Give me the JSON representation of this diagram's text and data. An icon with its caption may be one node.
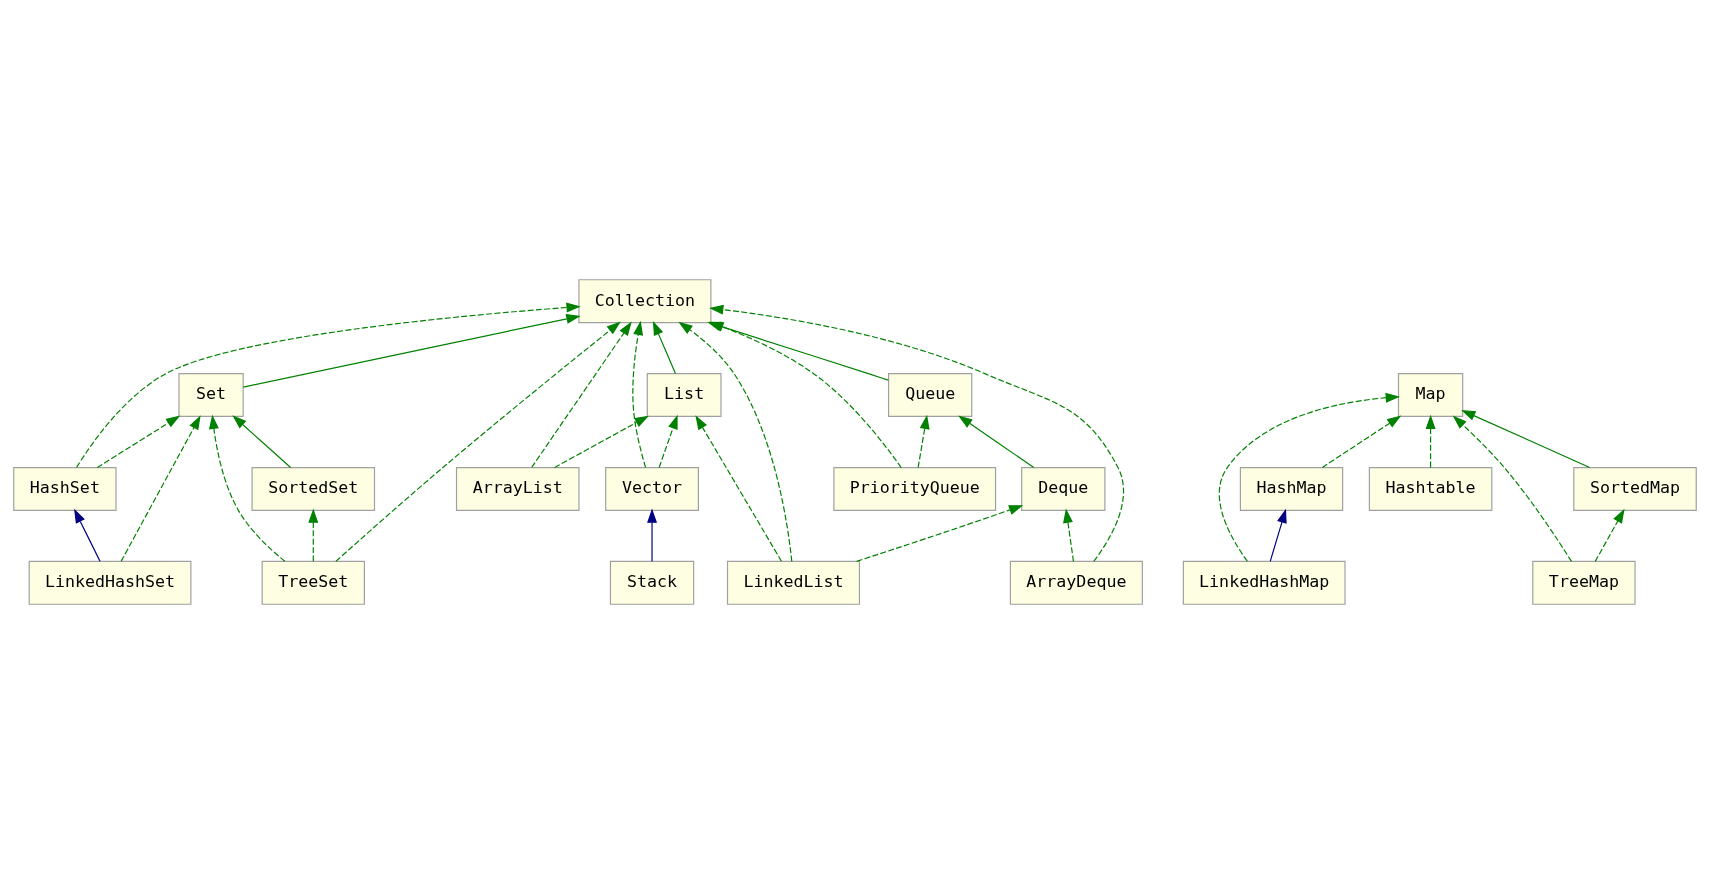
{
  "diagram": {
    "nodes": [
      {
        "text": [
          "Collection"
        ]
      },
      {
        "text": [
          "Set"
        ]
      },
      {
        "text": [
          "List"
        ]
      },
      {
        "text": [
          "Queue"
        ]
      },
      {
        "text": [
          "HashSet"
        ]
      },
      {
        "text": [
          "SortedSet"
        ]
      },
      {
        "text": [
          "ArrayList"
        ]
      },
      {
        "text": [
          "Vector"
        ]
      },
      {
        "text": [
          "PriorityQueue"
        ]
      },
      {
        "text": [
          "Deque"
        ]
      },
      {
        "text": [
          "LinkedHashSet"
        ]
      },
      {
        "text": [
          "TreeSet"
        ]
      },
      {
        "text": [
          "LinkedList"
        ]
      },
      {
        "text": [
          "Stack"
        ]
      },
      {
        "text": [
          "ArrayDeque"
        ]
      },
      {
        "text": [
          "Map"
        ]
      },
      {
        "text": [
          "HashMap"
        ]
      },
      {
        "text": [
          "Hashtable"
        ]
      },
      {
        "text": [
          "SortedMap"
        ]
      },
      {
        "text": [
          "LinkedHashMap"
        ]
      },
      {
        "text": [
          "TreeMap"
        ]
      }
    ],
    "edges": [
      {
        "from": 4,
        "to": 0,
        "arrow": "to",
        "style": "dashed"
      },
      {
        "from": 1,
        "to": 0,
        "arrow": "to"
      },
      {
        "from": 11,
        "to": 0,
        "arrow": "to",
        "style": "dashed"
      },
      {
        "from": 6,
        "to": 0,
        "arrow": "to",
        "style": "dashed"
      },
      {
        "from": 2,
        "to": 0,
        "arrow": "to"
      },
      {
        "from": 12,
        "to": 0,
        "arrow": "to",
        "style": "dashed"
      },
      {
        "from": 7,
        "to": 0,
        "arrow": "to",
        "style": "dashed"
      },
      {
        "from": 8,
        "to": 0,
        "arrow": "to",
        "style": "dashed"
      },
      {
        "from": 3,
        "to": 0,
        "arrow": "to"
      },
      {
        "from": 14,
        "to": 0,
        "arrow": "to",
        "style": "dashed"
      },
      {
        "from": 4,
        "to": 1,
        "arrow": "to",
        "style": "dashed"
      },
      {
        "from": 10,
        "to": 1,
        "arrow": "to",
        "style": "dashed"
      },
      {
        "from": 11,
        "to": 1,
        "arrow": "to",
        "style": "dashed"
      },
      {
        "from": 5,
        "to": 1,
        "arrow": "to"
      },
      {
        "from": 11,
        "to": 5,
        "arrow": "to",
        "style": "dashed"
      },
      {
        "from": 10,
        "to": 4,
        "arrow": "to",
        "color": "#000080"
      },
      {
        "from": 6,
        "to": 2,
        "arrow": "to",
        "style": "dashed"
      },
      {
        "from": 12,
        "to": 2,
        "arrow": "to",
        "style": "dashed"
      },
      {
        "from": 7,
        "to": 2,
        "arrow": "to",
        "style": "dashed"
      },
      {
        "from": 13,
        "to": 7,
        "arrow": "to",
        "color": "#000080"
      },
      {
        "from": 8,
        "to": 3,
        "arrow": "to",
        "style": "dashed"
      },
      {
        "from": 9,
        "to": 3,
        "arrow": "to"
      },
      {
        "from": 12,
        "to": 9,
        "arrow": "to",
        "style": "dashed"
      },
      {
        "from": 14,
        "to": 9,
        "arrow": "to",
        "style": "dashed"
      },
      {
        "from": 16,
        "to": 15,
        "arrow": "to",
        "style": "dashed"
      },
      {
        "from": 19,
        "to": 15,
        "arrow": "to",
        "style": "dashed"
      },
      {
        "from": 17,
        "to": 15,
        "arrow": "to",
        "style": "dashed"
      },
      {
        "from": 18,
        "to": 15,
        "arrow": "to"
      },
      {
        "from": 20,
        "to": 15,
        "arrow": "to",
        "style": "dashed"
      },
      {
        "from": 20,
        "to": 18,
        "arrow": "to",
        "style": "dashed"
      },
      {
        "from": 19,
        "to": 16,
        "arrow": "to",
        "color": "#000080"
      }
    ]
  }
}
